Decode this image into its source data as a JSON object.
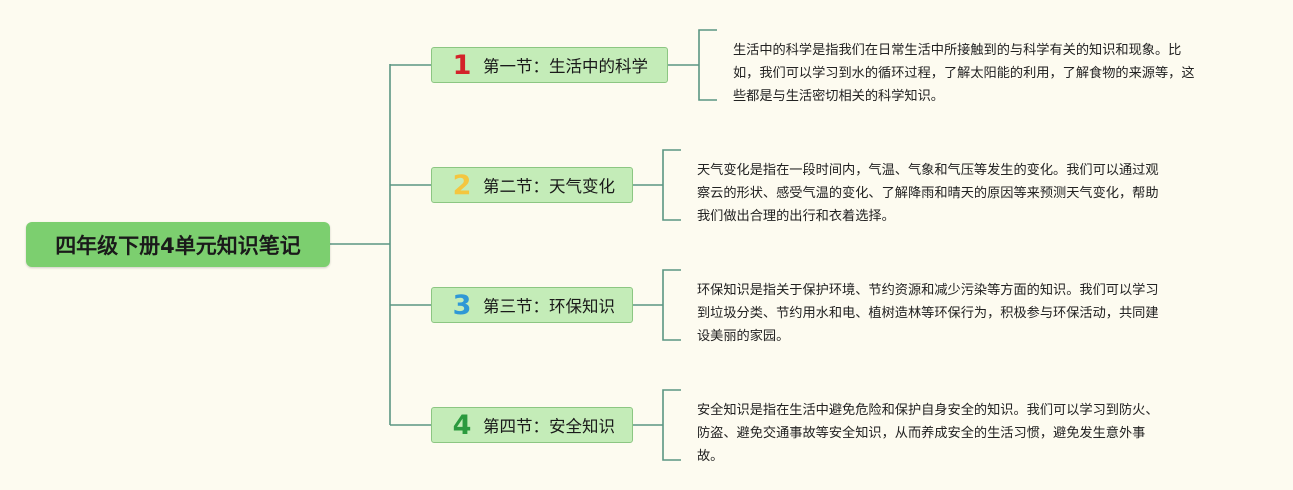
{
  "root": {
    "title": "四年级下册4单元知识笔记"
  },
  "colors": {
    "line": "#5b9683",
    "num_1": "#d3222a",
    "num_2": "#f4c63f",
    "num_3": "#2f98d6",
    "num_4": "#2b9a3e"
  },
  "sections": [
    {
      "number": "1",
      "label": "第一节：生活中的科学",
      "description": "生活中的科学是指我们在日常生活中所接触到的与科学有关的知识和现象。比\n如，我们可以学习到水的循环过程，了解太阳能的利用，了解食物的来源等，这\n些都是与生活密切相关的科学知识。"
    },
    {
      "number": "2",
      "label": "第二节：天气变化",
      "description": "天气变化是指在一段时间内，气温、气象和气压等发生的变化。我们可以通过观\n察云的形状、感受气温的变化、了解降雨和晴天的原因等来预测天气变化，帮助\n我们做出合理的出行和衣着选择。"
    },
    {
      "number": "3",
      "label": "第三节：环保知识",
      "description": "环保知识是指关于保护环境、节约资源和减少污染等方面的知识。我们可以学习\n到垃圾分类、节约用水和电、植树造林等环保行为，积极参与环保活动，共同建\n设美丽的家园。"
    },
    {
      "number": "4",
      "label": "第四节：安全知识",
      "description": "安全知识是指在生活中避免危险和保护自身安全的知识。我们可以学习到防火、\n防盗、避免交通事故等安全知识，从而养成安全的生活习惯，避免发生意外事\n故。"
    }
  ]
}
